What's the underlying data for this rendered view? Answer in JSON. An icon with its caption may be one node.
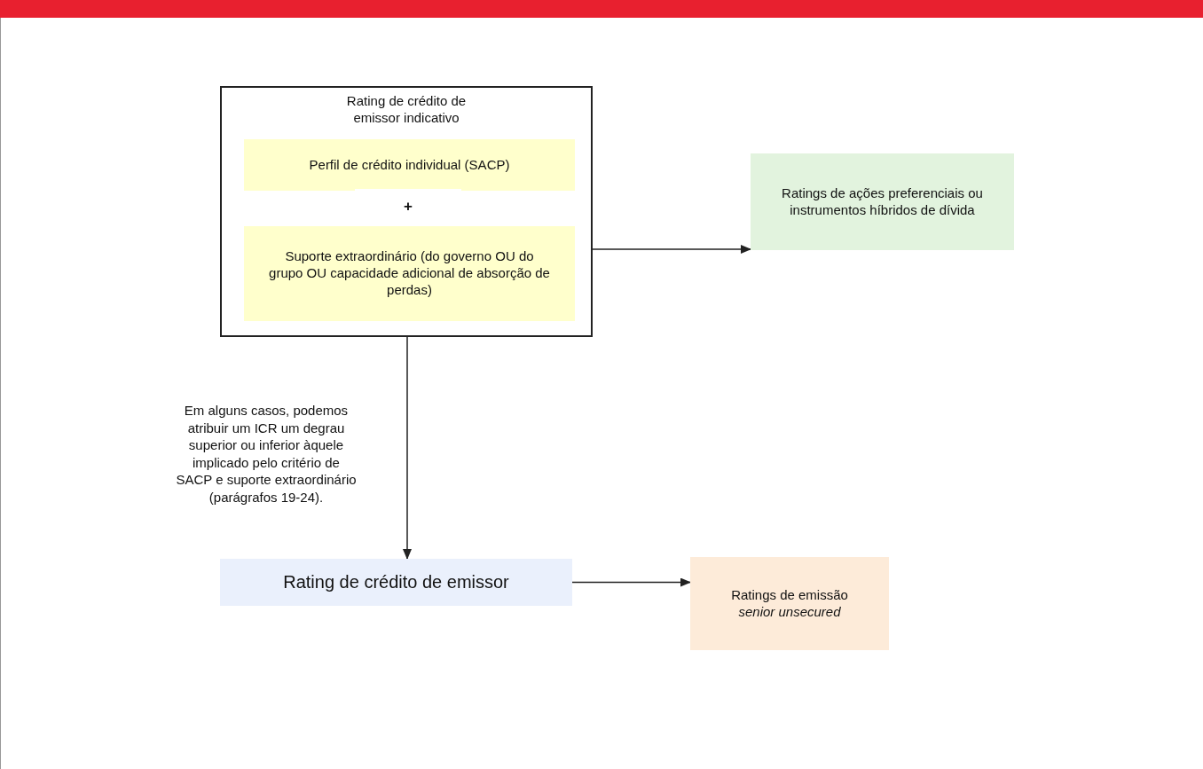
{
  "diagram": {
    "nodes": [
      {
        "text": [
          "Rating de crédito de emissor indicativo"
        ]
      },
      {
        "text": [
          "Perfil de crédito individual (SACP)"
        ],
        "in": 0
      },
      {
        "text": [
          "Suporte extraordinário (do governo OU do grupo OU capacidade adicional de absorção de perdas)"
        ],
        "in": 0
      },
      {
        "text": [
          "Ratings de ações preferenciais ou instrumentos híbridos de dívida"
        ]
      },
      {
        "text": [
          "Rating de crédito de emissor"
        ]
      },
      {
        "text": [
          "Ratings de emissão *senior unsecured*"
        ]
      }
    ],
    "edges": [
      {
        "from": 0,
        "to": 3,
        "arrow": "to"
      },
      {
        "from": 0,
        "to": 4,
        "arrow": "to"
      },
      {
        "from": 4,
        "to": 5,
        "arrow": "to"
      }
    ],
    "labels": [
      "+",
      "Em alguns casos, podemos atribuir um ICR um degrau superior ou inferior àquele implicado pelo critério de SACP e suporte extraordinário (parágrafos 19-24)."
    ]
  }
}
